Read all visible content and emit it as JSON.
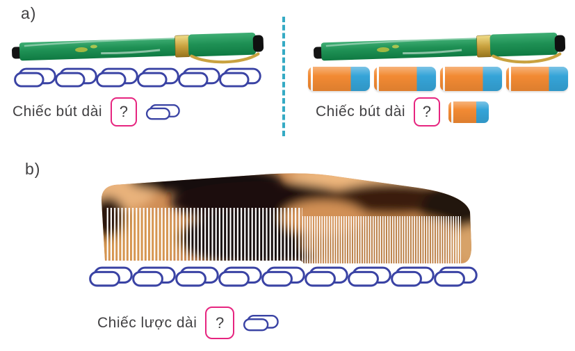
{
  "part_a": {
    "label": "a)",
    "left": {
      "object": "green-fountain-pen",
      "measure_unit": "paperclip",
      "paperclip_count": 6,
      "caption": "Chiếc bút dài",
      "question_mark": "?"
    },
    "right": {
      "object": "green-fountain-pen",
      "measure_unit": "eraser",
      "eraser_count": 4,
      "caption": "Chiếc bút dài",
      "question_mark": "?"
    }
  },
  "part_b": {
    "label": "b)",
    "object": "tortoiseshell-comb",
    "measure_unit": "paperclip",
    "paperclip_count": 9,
    "caption": "Chiếc lược dài",
    "question_mark": "?"
  },
  "colors": {
    "paperclip_blue": "#3a43a4",
    "eraser_orange": "#f28a33",
    "eraser_blue": "#35a4d8",
    "question_box_pink": "#e6247f",
    "divider_teal": "#35aac4",
    "text_gray": "#414042",
    "pen_green": "#1f9155",
    "pen_gold": "#c9a23f"
  }
}
